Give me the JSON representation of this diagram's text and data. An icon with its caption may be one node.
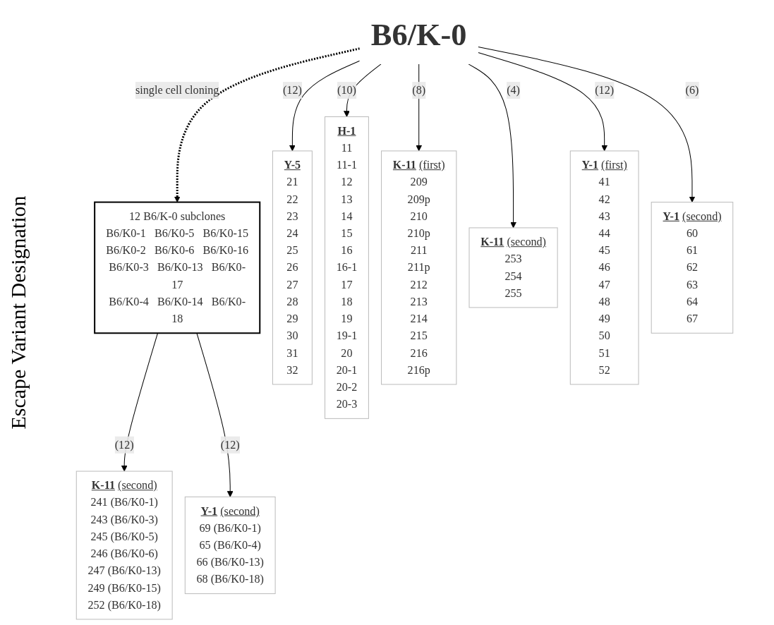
{
  "diagram": {
    "nodes": [
      {
        "text": [
          "B6/K-0"
        ]
      },
      {
        "text": [
          "12 B6/K-0 subclones",
          "B6/K0-1",
          "B6/K0-5",
          "B6/K0-15",
          "B6/K0-2",
          "B6/K0-6",
          "B6/K0-16",
          "B6/K0-3",
          "B6/K0-13",
          "B6/K0-17",
          "B6/K0-4",
          "B6/K0-14",
          "B6/K0-18"
        ]
      },
      {
        "text": [
          "Y-5",
          "21",
          "22",
          "23",
          "24",
          "25",
          "26",
          "27",
          "28",
          "29",
          "30",
          "31",
          "32"
        ]
      },
      {
        "text": [
          "H-1",
          "11",
          "11-1",
          "12",
          "13",
          "14",
          "15",
          "16",
          "16-1",
          "17",
          "18",
          "19",
          "19-1",
          "20",
          "20-1",
          "20-2",
          "20-3"
        ]
      },
      {
        "text": [
          "K-11",
          "(first)",
          "209",
          "209p",
          "210",
          "210p",
          "211",
          "211p",
          "212",
          "213",
          "214",
          "215",
          "216",
          "216p"
        ]
      },
      {
        "text": [
          "K-11",
          "(second)",
          "253",
          "254",
          "255"
        ]
      },
      {
        "text": [
          "K-11",
          "(second)",
          "241 (B6/K0-1)",
          "243 (B6/K0-3)",
          "245 (B6/K0-5)",
          "246 (B6/K0-6)",
          "247 (B6/K0-13)",
          "249 (B6/K0-15)",
          "252 (B6/K0-18)"
        ]
      },
      {
        "text": [
          "Y-1",
          "(first)",
          "41",
          "42",
          "43",
          "44",
          "45",
          "46",
          "47",
          "48",
          "49",
          "50",
          "51",
          "52"
        ]
      },
      {
        "text": [
          "Y-1",
          "(second)",
          "60",
          "61",
          "62",
          "63",
          "64",
          "67"
        ]
      },
      {
        "text": [
          "Y-1",
          "(second)",
          "69 (B6/K0-1)",
          "65 (B6/K0-4)",
          "66 (B6/K0-13)",
          "68 (B6/K0-18)"
        ]
      }
    ],
    "edges": [
      {
        "from": 0,
        "to": 1,
        "arrow": "to",
        "label": "single cell cloning",
        "style": "dashed"
      },
      {
        "from": 0,
        "to": 2,
        "arrow": "to",
        "label": "(12)"
      },
      {
        "from": 0,
        "to": 3,
        "arrow": "to",
        "label": "(10)"
      },
      {
        "from": 0,
        "to": 4,
        "arrow": "to",
        "label": "(8)"
      },
      {
        "from": 0,
        "to": 5,
        "arrow": "to",
        "label": "(4)"
      },
      {
        "from": 0,
        "to": 7,
        "arrow": "to",
        "label": "(12)"
      },
      {
        "from": 0,
        "to": 8,
        "arrow": "to",
        "label": "(6)"
      },
      {
        "from": 1,
        "to": 6,
        "arrow": "to",
        "label": "(12)"
      },
      {
        "from": 1,
        "to": 9,
        "arrow": "to",
        "label": "(12)"
      }
    ],
    "labels": [
      "Escape Variant Designation"
    ]
  }
}
